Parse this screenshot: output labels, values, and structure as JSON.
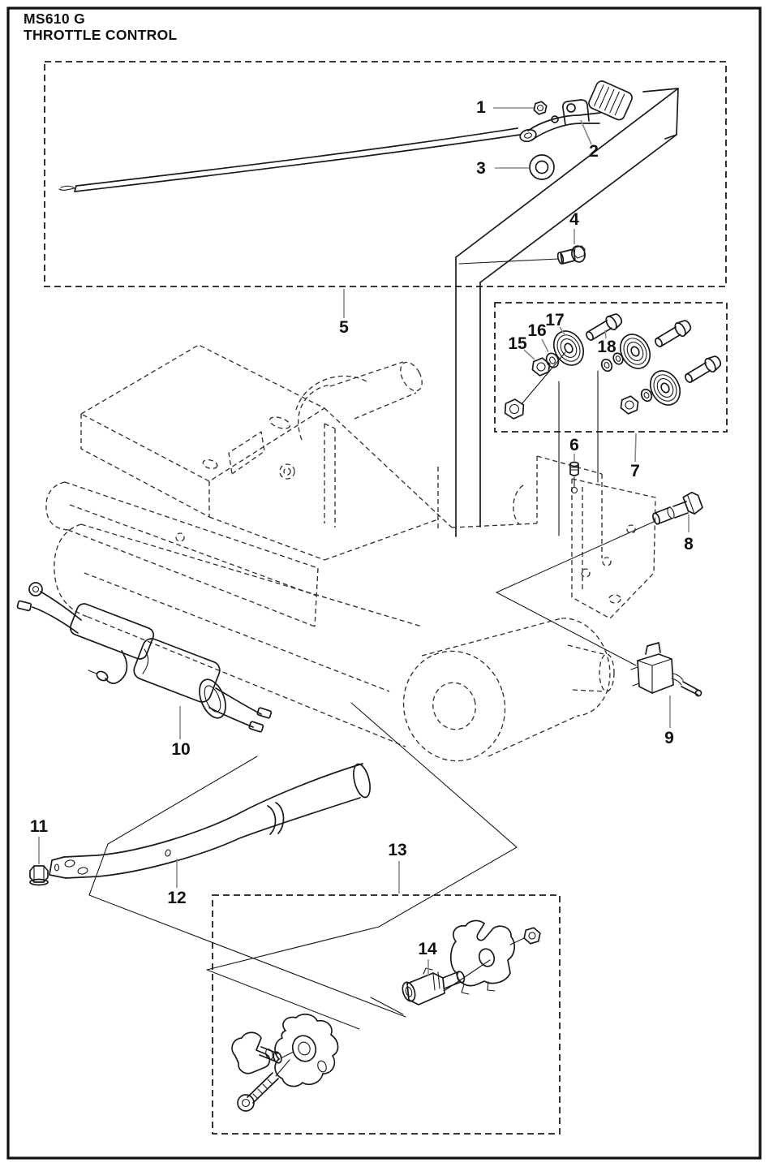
{
  "page": {
    "model": "MS610 G",
    "title": "THROTTLE CONTROL"
  },
  "colors": {
    "line": "#1a1a1a",
    "dashed_phantom": "#333333",
    "leader": "#8a8a8a",
    "frame": "#111111",
    "background": "#ffffff",
    "label_text": "#111111"
  },
  "boxes": [
    {
      "id": "throttle-cable-assembly-box",
      "callout": "5"
    },
    {
      "id": "pulley-hardware-kit-box",
      "callout": "7"
    },
    {
      "id": "handlebar-clamp-kit-box",
      "callout": "13"
    }
  ],
  "parts": [
    {
      "number": "1",
      "figure": "flange-nut"
    },
    {
      "number": "2",
      "figure": "throttle-trigger-lever"
    },
    {
      "number": "3",
      "figure": "rubber-grommet"
    },
    {
      "number": "4",
      "figure": "mounting-bolt"
    },
    {
      "number": "5",
      "figure": "throttle-cable-assembly"
    },
    {
      "number": "6",
      "figure": "cable-end-fitting"
    },
    {
      "number": "7",
      "figure": "pulley-hardware-kit"
    },
    {
      "number": "8",
      "figure": "hex-bolt-with-spacer"
    },
    {
      "number": "9",
      "figure": "toggle-switch"
    },
    {
      "number": "10",
      "figure": "wiring-harness"
    },
    {
      "number": "11",
      "figure": "flange-nut"
    },
    {
      "number": "12",
      "figure": "handlebar-tube"
    },
    {
      "number": "13",
      "figure": "handlebar-clamp-kit"
    },
    {
      "number": "14",
      "figure": "cable-adjuster-block"
    },
    {
      "number": "15",
      "figure": "flange-locknut"
    },
    {
      "number": "16",
      "figure": "washer"
    },
    {
      "number": "17",
      "figure": "cable-pulley"
    },
    {
      "number": "18",
      "figure": "shoulder-bolt"
    }
  ]
}
